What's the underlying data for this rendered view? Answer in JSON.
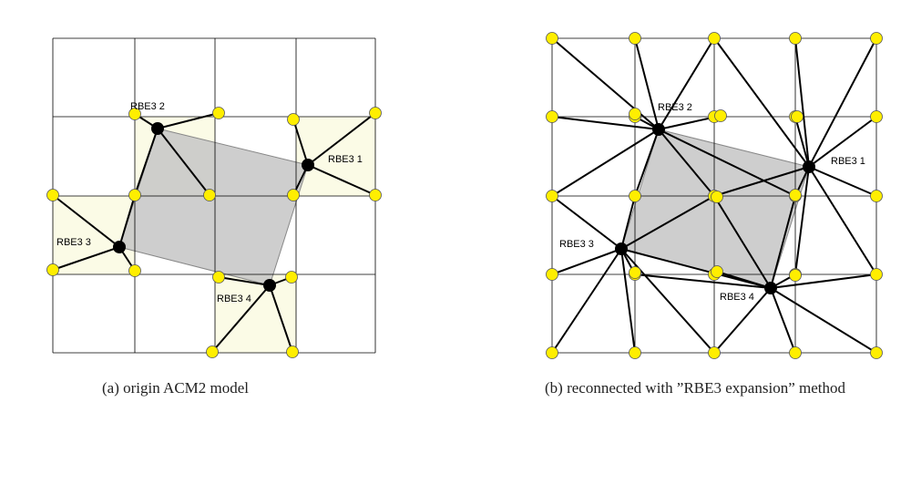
{
  "figure_a": {
    "caption": "(a) origin ACM2 model",
    "labels": {
      "rbe1": "RBE3 1",
      "rbe2": "RBE3 2",
      "rbe3": "RBE3 3",
      "rbe4": "RBE3 4"
    }
  },
  "figure_b": {
    "caption": "(b) reconnected with ”RBE3 expansion” method",
    "labels": {
      "rbe1": "RBE3 1",
      "rbe2": "RBE3 2",
      "rbe3": "RBE3 3",
      "rbe4": "RBE3 4"
    }
  },
  "colors": {
    "grid_node": "#ffee00",
    "rbe_node": "#000000",
    "patch_fill": "#c6c6c6",
    "region_fill": "#fbfbe6",
    "grid_line": "#000000"
  }
}
